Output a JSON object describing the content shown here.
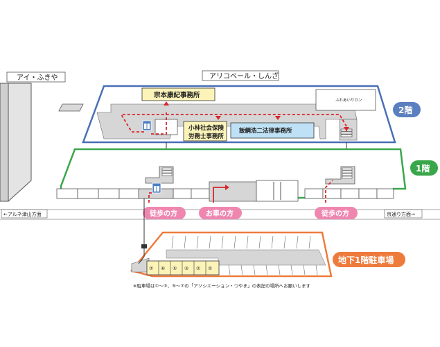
{
  "buildings": {
    "left": "アイ・ふきや",
    "center": "アリコベール・しんざ"
  },
  "floors": {
    "second": {
      "badge": "2階",
      "badge_color": "#5b7fbf",
      "border_color": "#4a6fb5"
    },
    "first": {
      "badge": "1階",
      "badge_color": "#3aa64a",
      "border_color": "#3aa64a"
    },
    "basement": {
      "badge": "地下1階駐車場",
      "badge_color": "#ee7b3c",
      "border_color": "#ee7b3c"
    }
  },
  "offices": {
    "munemoto": {
      "label": "宗本康紀事務所",
      "color": "#fbf3b8"
    },
    "kobayashi_line1": "小林社会保険",
    "kobayashi_line2": "労務士事務所",
    "kobayashi_color": "#fbf3b8",
    "iizuna": {
      "label": "飯綱浩二法律事務所",
      "color": "#bfe1f5"
    },
    "fureai": "ふれあいサロン"
  },
  "access": {
    "walk_left": "徒歩の方",
    "car": "お車の方",
    "walk_right": "徒歩の方",
    "pill_color": "#ef86b0",
    "route_color": "#d9262c"
  },
  "directions": {
    "left": "←アルネ津山方面",
    "right": "京通り方面→"
  },
  "parking": {
    "slots": [
      "⑦",
      "⑥",
      "⑤",
      "③",
      "②",
      "①"
    ],
    "note": "※駐車場は①～③、⑤～⑦の「アソシエーション・つやま」の表記の場所へお願いします"
  },
  "icons": [
    "elevator-icon",
    "stairs-icon"
  ]
}
